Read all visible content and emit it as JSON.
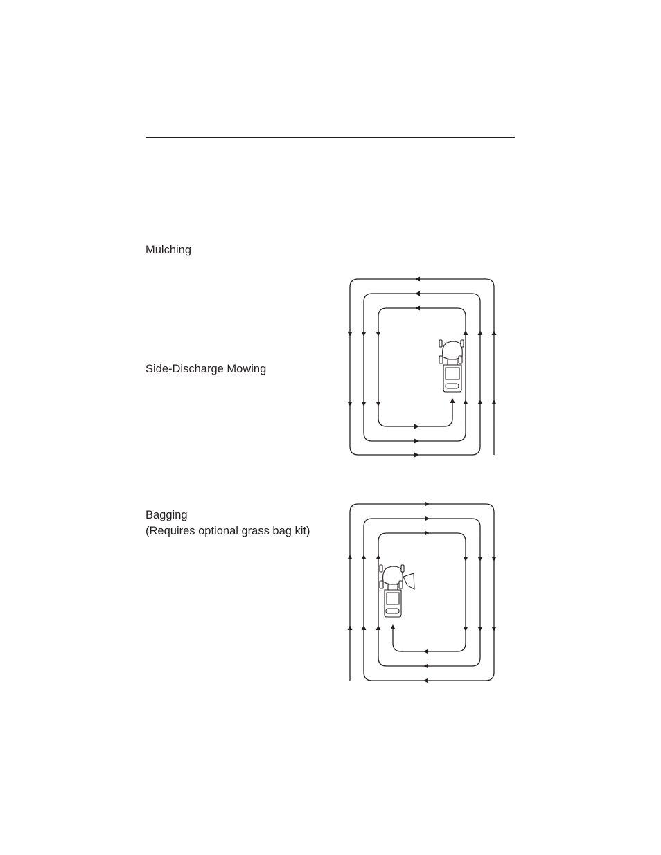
{
  "labels": {
    "mulching": "Mulching",
    "side_discharge": "Side-Discharge Mowing",
    "bagging": "Bagging",
    "bagging_note": "(Requires optional grass bag kit)"
  },
  "diagrams": {
    "top": {
      "pattern": "counter-clockwise spiral, working inward",
      "icon": "riding-mower-icon"
    },
    "bottom": {
      "pattern": "clockwise spiral, working inward",
      "icon": "riding-mower-with-grass-bag-icon"
    }
  },
  "colors": {
    "ink": "#231f20",
    "paper": "#ffffff"
  }
}
